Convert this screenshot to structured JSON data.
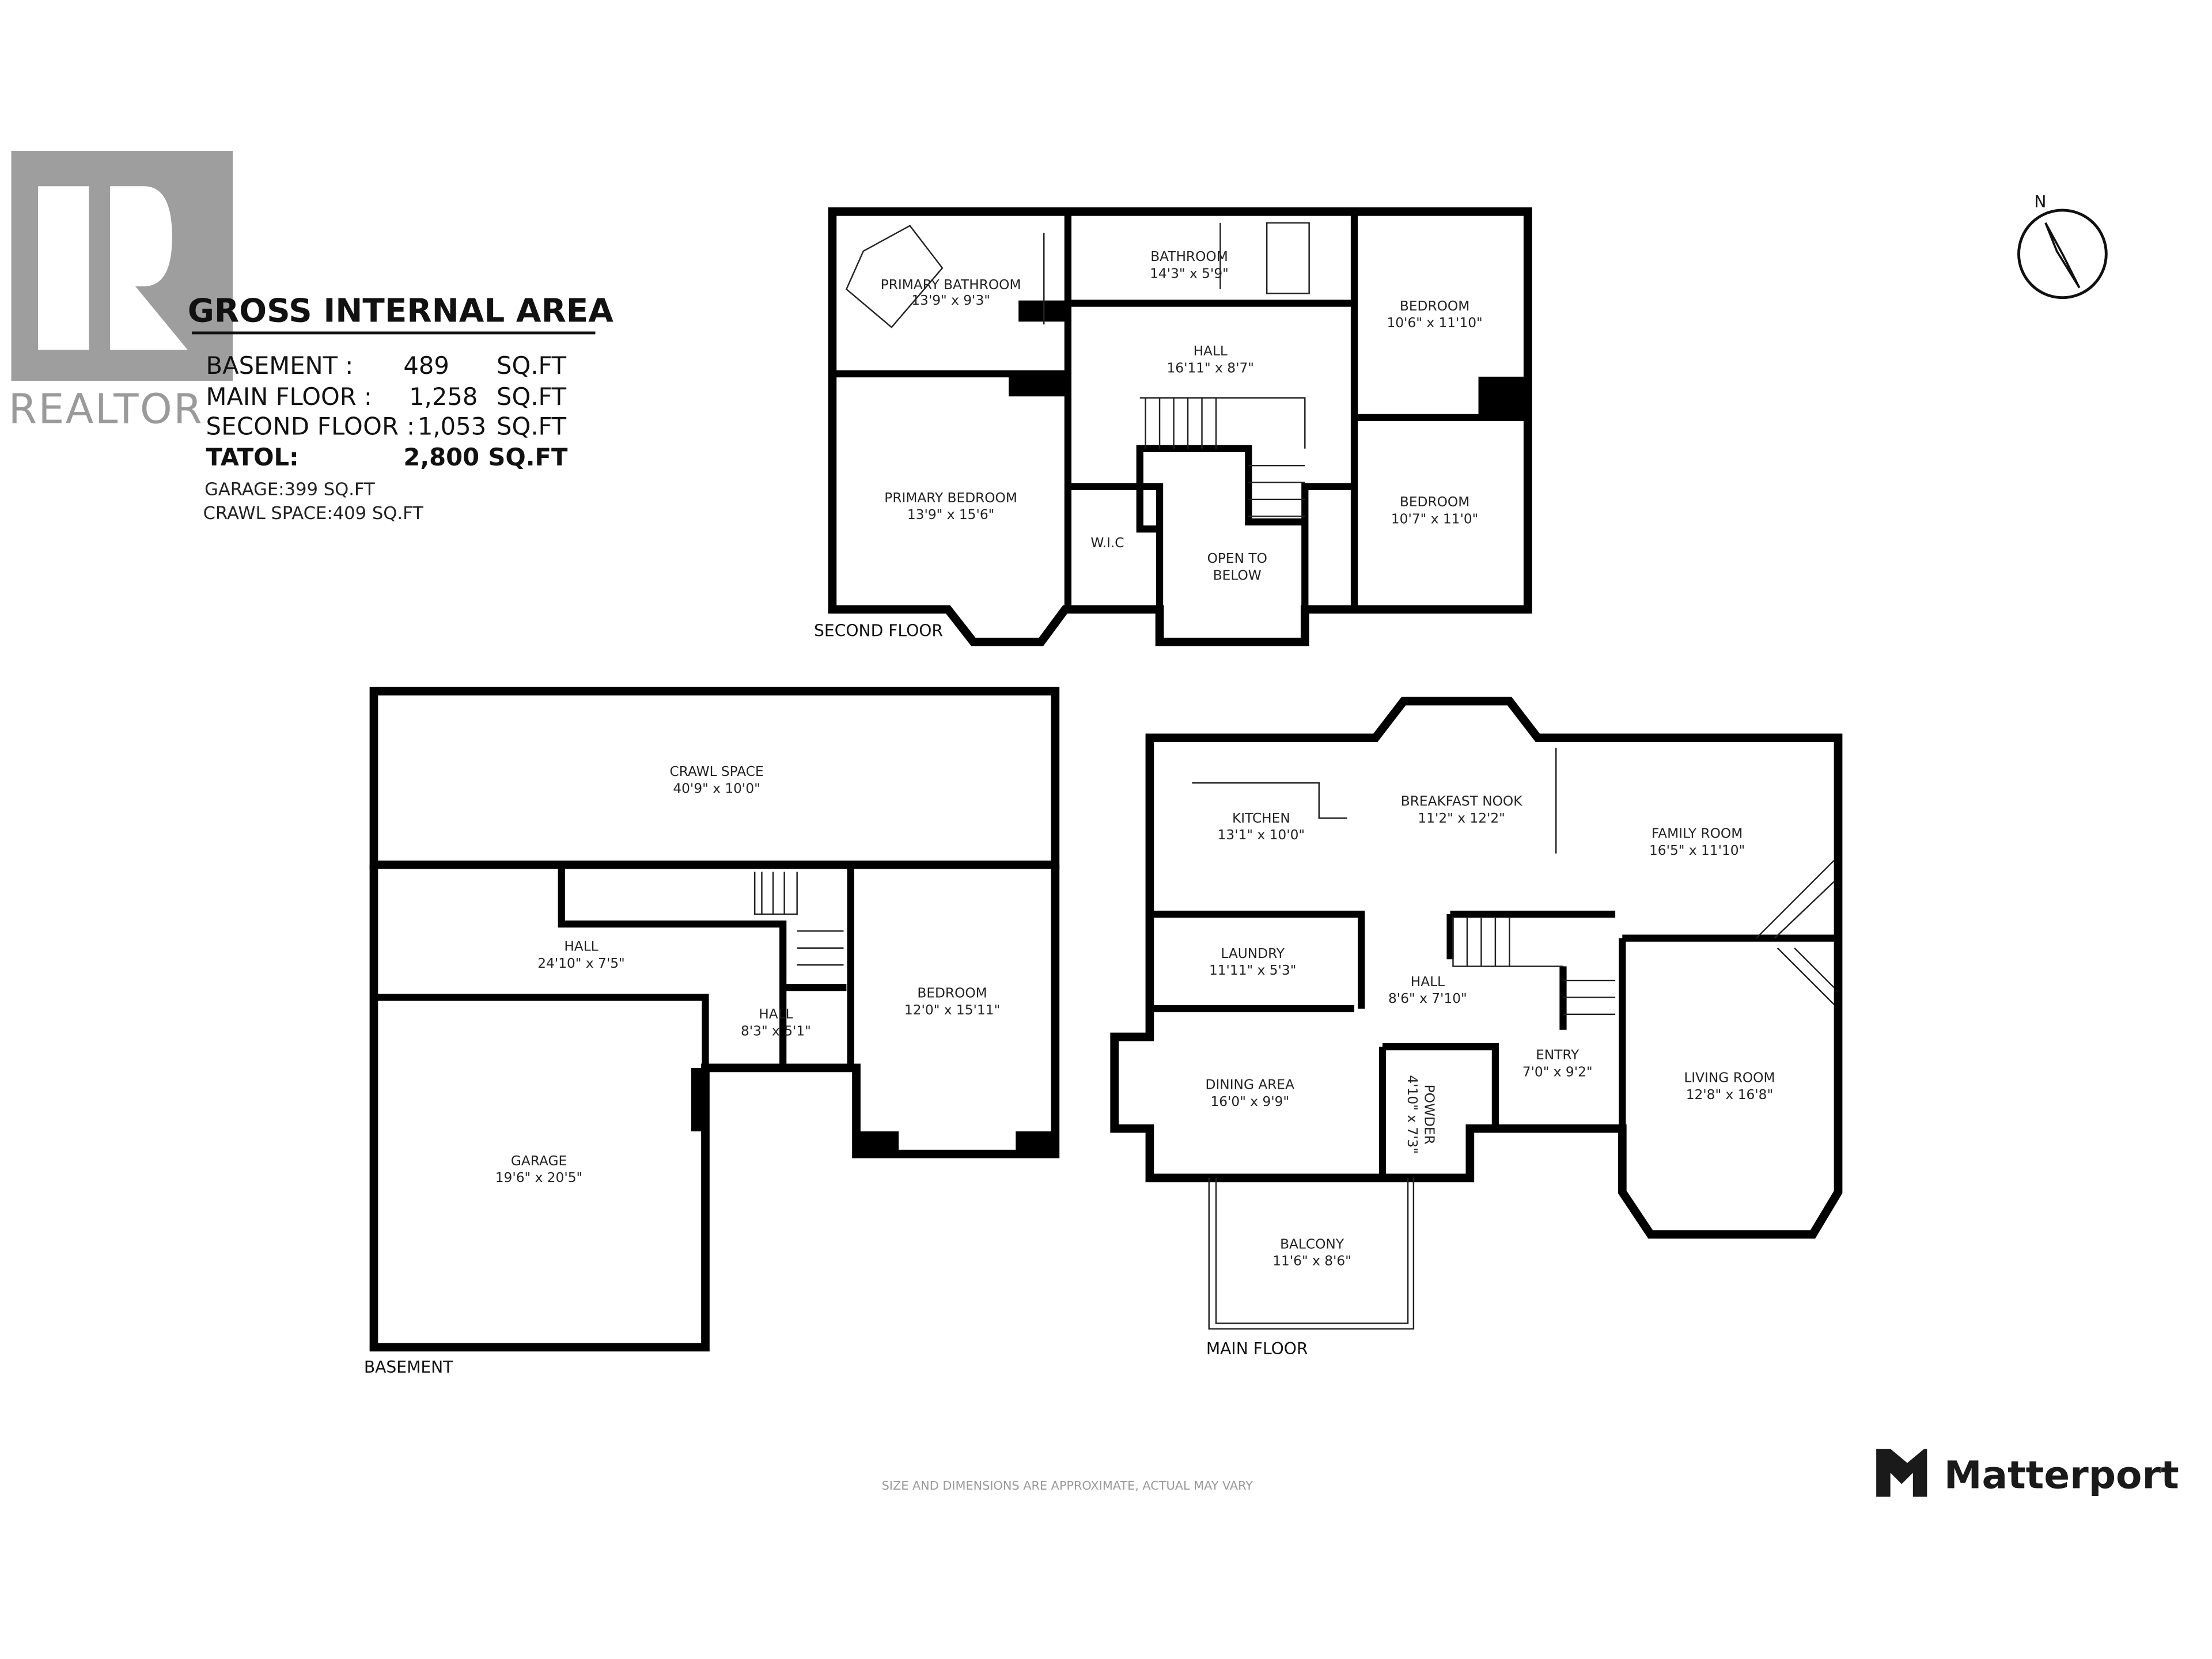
{
  "area_summary": {
    "title": "GROSS INTERNAL AREA",
    "rows": [
      {
        "label": "BASEMENT :",
        "value": "489",
        "unit": "SQ.FT"
      },
      {
        "label": "MAIN FLOOR :",
        "value": "1,258",
        "unit": "SQ.FT"
      },
      {
        "label": "SECOND FLOOR :",
        "value": "1,053",
        "unit": "SQ.FT"
      },
      {
        "label": "TATOL:",
        "value": "2,800",
        "unit": "SQ.FT"
      }
    ],
    "extras": [
      "GARAGE:399 SQ.FT",
      "CRAWL SPACE:409 SQ.FT"
    ]
  },
  "realtor_logo": {
    "text": "REALTOR",
    "color": "#9a9a9a"
  },
  "compass": {
    "label": "N"
  },
  "second_floor": {
    "label": "SECOND FLOOR",
    "rooms": [
      {
        "name": "PRIMARY BATHROOM",
        "dims": "13'9\" x 9'3\""
      },
      {
        "name": "BATHROOM",
        "dims": "14'3\" x 5'9\""
      },
      {
        "name": "BEDROOM",
        "dims": "10'6\" x 11'10\""
      },
      {
        "name": "HALL",
        "dims": "16'11\" x 8'7\""
      },
      {
        "name": "PRIMARY BEDROOM",
        "dims": "13'9\" x 15'6\""
      },
      {
        "name": "W.I.C",
        "dims": ""
      },
      {
        "name": "OPEN TO",
        "dims": "BELOW"
      },
      {
        "name": "BEDROOM",
        "dims": "10'7\" x 11'0\""
      }
    ]
  },
  "basement": {
    "label": "BASEMENT",
    "rooms": [
      {
        "name": "CRAWL SPACE",
        "dims": "40'9\" x 10'0\""
      },
      {
        "name": "HALL",
        "dims": "24'10\" x 7'5\""
      },
      {
        "name": "HALL",
        "dims": "8'3\" x 5'1\""
      },
      {
        "name": "BEDROOM",
        "dims": "12'0\" x 15'11\""
      },
      {
        "name": "GARAGE",
        "dims": "19'6\" x 20'5\""
      }
    ]
  },
  "main_floor": {
    "label": "MAIN FLOOR",
    "rooms": [
      {
        "name": "KITCHEN",
        "dims": "13'1\" x 10'0\""
      },
      {
        "name": "BREAKFAST NOOK",
        "dims": "11'2\" x 12'2\""
      },
      {
        "name": "FAMILY ROOM",
        "dims": "16'5\" x 11'10\""
      },
      {
        "name": "LAUNDRY",
        "dims": "11'11\" x 5'3\""
      },
      {
        "name": "HALL",
        "dims": "8'6\" x 7'10\""
      },
      {
        "name": "DINING AREA",
        "dims": "16'0\" x 9'9\""
      },
      {
        "name": "POWDER",
        "dims": "4'10\" x 7'3\""
      },
      {
        "name": "ENTRY",
        "dims": "7'0\" x 9'2\""
      },
      {
        "name": "LIVING ROOM",
        "dims": "12'8\" x 16'8\""
      },
      {
        "name": "BALCONY",
        "dims": "11'6\" x 8'6\""
      }
    ]
  },
  "footer": {
    "disclaimer": "SIZE AND DIMENSIONS ARE APPROXIMATE, ACTUAL MAY VARY",
    "brand": "Matterport"
  }
}
